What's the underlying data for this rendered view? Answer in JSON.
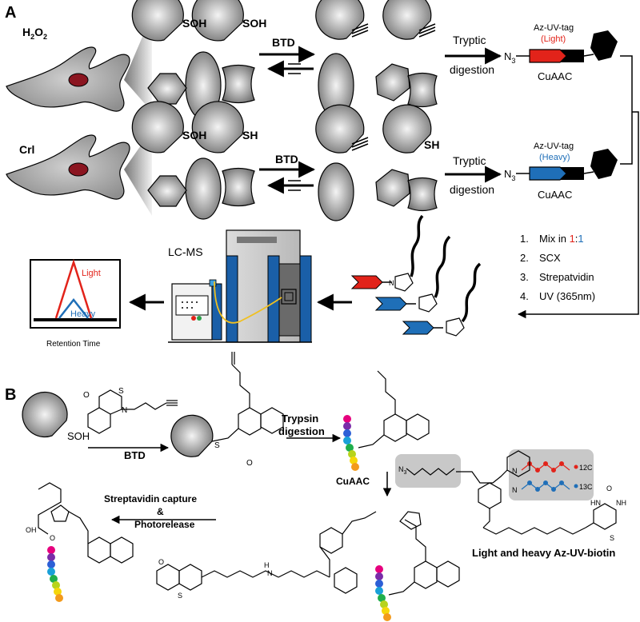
{
  "panel_a": {
    "label": "A",
    "h2o2_h": "H",
    "h2o2_sub1": "2",
    "h2o2_o": "O",
    "h2o2_sub2": "2",
    "crl_label": "Crl",
    "soh": "SOH",
    "sh": "SH",
    "btd": "BTD",
    "tryptic": "Tryptic",
    "digestion": "digestion",
    "tag_name": "Az-UV-tag",
    "light": "(Light)",
    "heavy": "(Heavy)",
    "n3_n": "N",
    "n3_sub": "3",
    "cuaac": "CuAAC",
    "steps": [
      "1.",
      "2.",
      "3.",
      "4."
    ],
    "step1_text": "Mix in ",
    "step1_a": "1",
    "step1_colon": ":",
    "step1_b": "1",
    "step2": "SCX",
    "step3": "Strepatvidin",
    "step4": "UV  (365nm)",
    "lcms": "LC-MS",
    "trace_light": "Light",
    "trace_heavy": "Heavy",
    "retention_time": "Retention Time",
    "colors": {
      "light": "#e2231a",
      "heavy": "#1f6fb8",
      "instrument_blue": "#1a5fa8",
      "cable": "#f0c020"
    }
  },
  "panel_b": {
    "label": "B",
    "soh": "SOH",
    "btd": "BTD",
    "trypsin": "Trypsin",
    "digestion": "digestion",
    "cuaac": "CuAAC",
    "capture_1": "Streptavidin capture",
    "capture_2": "&",
    "capture_3": "Photorelease",
    "reagent_caption": "Light and heavy Az-UV-biotin",
    "c12": "12C",
    "c13": "13C",
    "atom_O": "O",
    "atom_S": "S",
    "atom_N": "N",
    "atom_H": "H",
    "atom_NH": "NH",
    "atom_HN": "HN",
    "atom_OH": "OH",
    "atom_N3": "N",
    "sub3": "3",
    "star": "*",
    "bead_colors": [
      "#e6007e",
      "#7a2ca8",
      "#2c5fd6",
      "#19a0d8",
      "#1fae4b",
      "#b7d31c",
      "#f5d60a",
      "#f39a1c",
      "#e8401c"
    ]
  }
}
